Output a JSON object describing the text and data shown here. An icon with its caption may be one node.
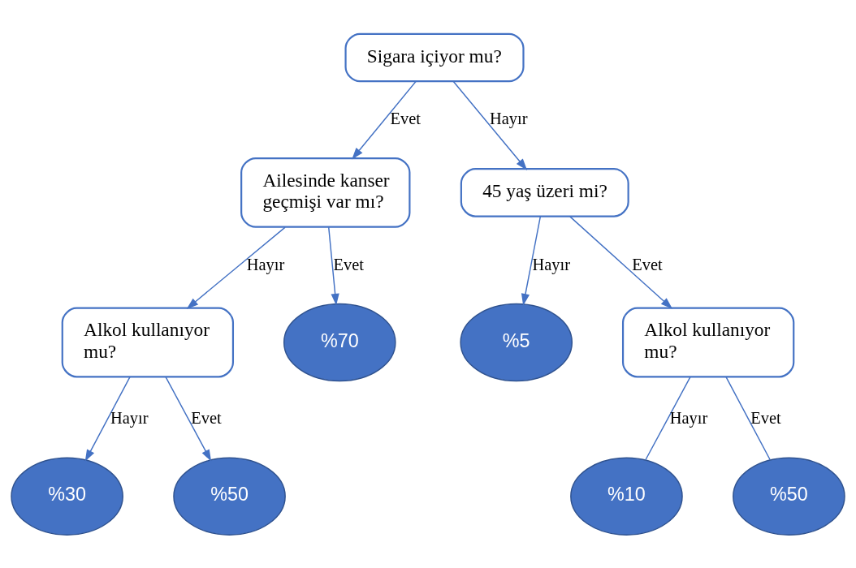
{
  "diagram": {
    "nodes": [
      {
        "text": [
          "Sigara içiyor mu?"
        ]
      },
      {
        "text": [
          "Ailesinde kanser geçmişi var mı?"
        ]
      },
      {
        "text": [
          "45 yaş üzeri mi?"
        ]
      },
      {
        "text": [
          "Alkol kullanıyor mu?"
        ]
      },
      {
        "text": [
          "%70"
        ]
      },
      {
        "text": [
          "%5"
        ]
      },
      {
        "text": [
          "Alkol kullanıyor mu?"
        ]
      },
      {
        "text": [
          "%30"
        ]
      },
      {
        "text": [
          "%50"
        ]
      },
      {
        "text": [
          "%10"
        ]
      },
      {
        "text": [
          "%50"
        ]
      }
    ],
    "edges": [
      {
        "from": 0,
        "to": 1,
        "arrow": "to",
        "label": "Evet"
      },
      {
        "from": 0,
        "to": 2,
        "arrow": "to",
        "label": "Hayır"
      },
      {
        "from": 1,
        "to": 3,
        "arrow": "to",
        "label": "Hayır"
      },
      {
        "from": 1,
        "to": 4,
        "arrow": "to",
        "label": "Evet"
      },
      {
        "from": 2,
        "to": 5,
        "arrow": "to",
        "label": "Hayır"
      },
      {
        "from": 2,
        "to": 6,
        "arrow": "to",
        "label": "Evet"
      },
      {
        "from": 3,
        "to": 7,
        "arrow": "to",
        "label": "Hayır"
      },
      {
        "from": 3,
        "to": 8,
        "arrow": "to",
        "label": "Evet"
      },
      {
        "from": 6,
        "to": 9,
        "arrow": "none",
        "label": "Hayır"
      },
      {
        "from": 6,
        "to": 10,
        "arrow": "none",
        "label": "Evet"
      }
    ]
  }
}
